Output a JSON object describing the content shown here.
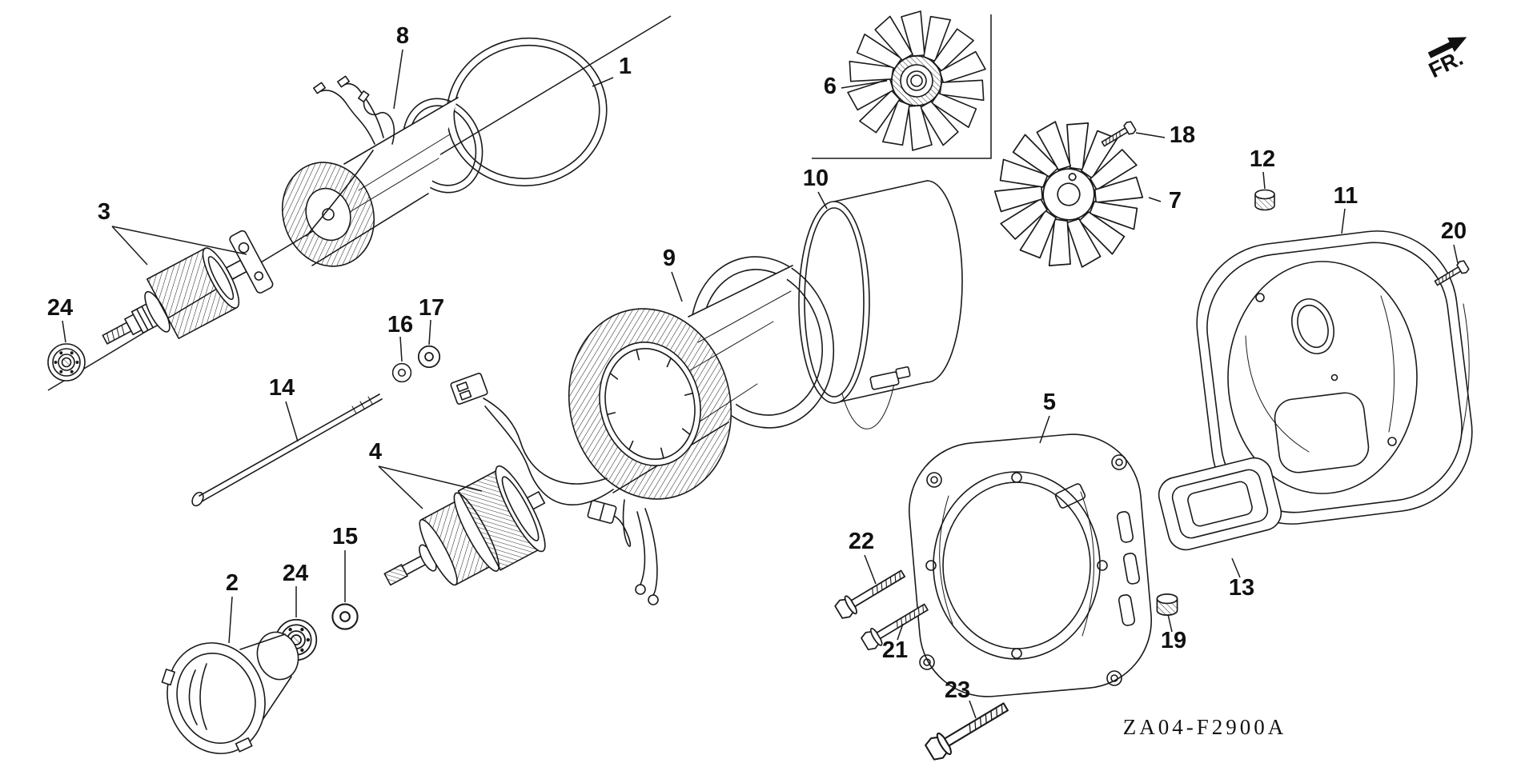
{
  "diagram": {
    "code": "ZA04-F2900A",
    "direction_label": "FR.",
    "callouts": [
      {
        "label": "8"
      },
      {
        "label": "1"
      },
      {
        "label": "6"
      },
      {
        "label": "18"
      },
      {
        "label": "12"
      },
      {
        "label": "11"
      },
      {
        "label": "20"
      },
      {
        "label": "10"
      },
      {
        "label": "7"
      },
      {
        "label": "3"
      },
      {
        "label": "24"
      },
      {
        "label": "9"
      },
      {
        "label": "16"
      },
      {
        "label": "17"
      },
      {
        "label": "14"
      },
      {
        "label": "4"
      },
      {
        "label": "15"
      },
      {
        "label": "24"
      },
      {
        "label": "2"
      },
      {
        "label": "5"
      },
      {
        "label": "22"
      },
      {
        "label": "21"
      },
      {
        "label": "23"
      },
      {
        "label": "13"
      },
      {
        "label": "19"
      }
    ]
  }
}
